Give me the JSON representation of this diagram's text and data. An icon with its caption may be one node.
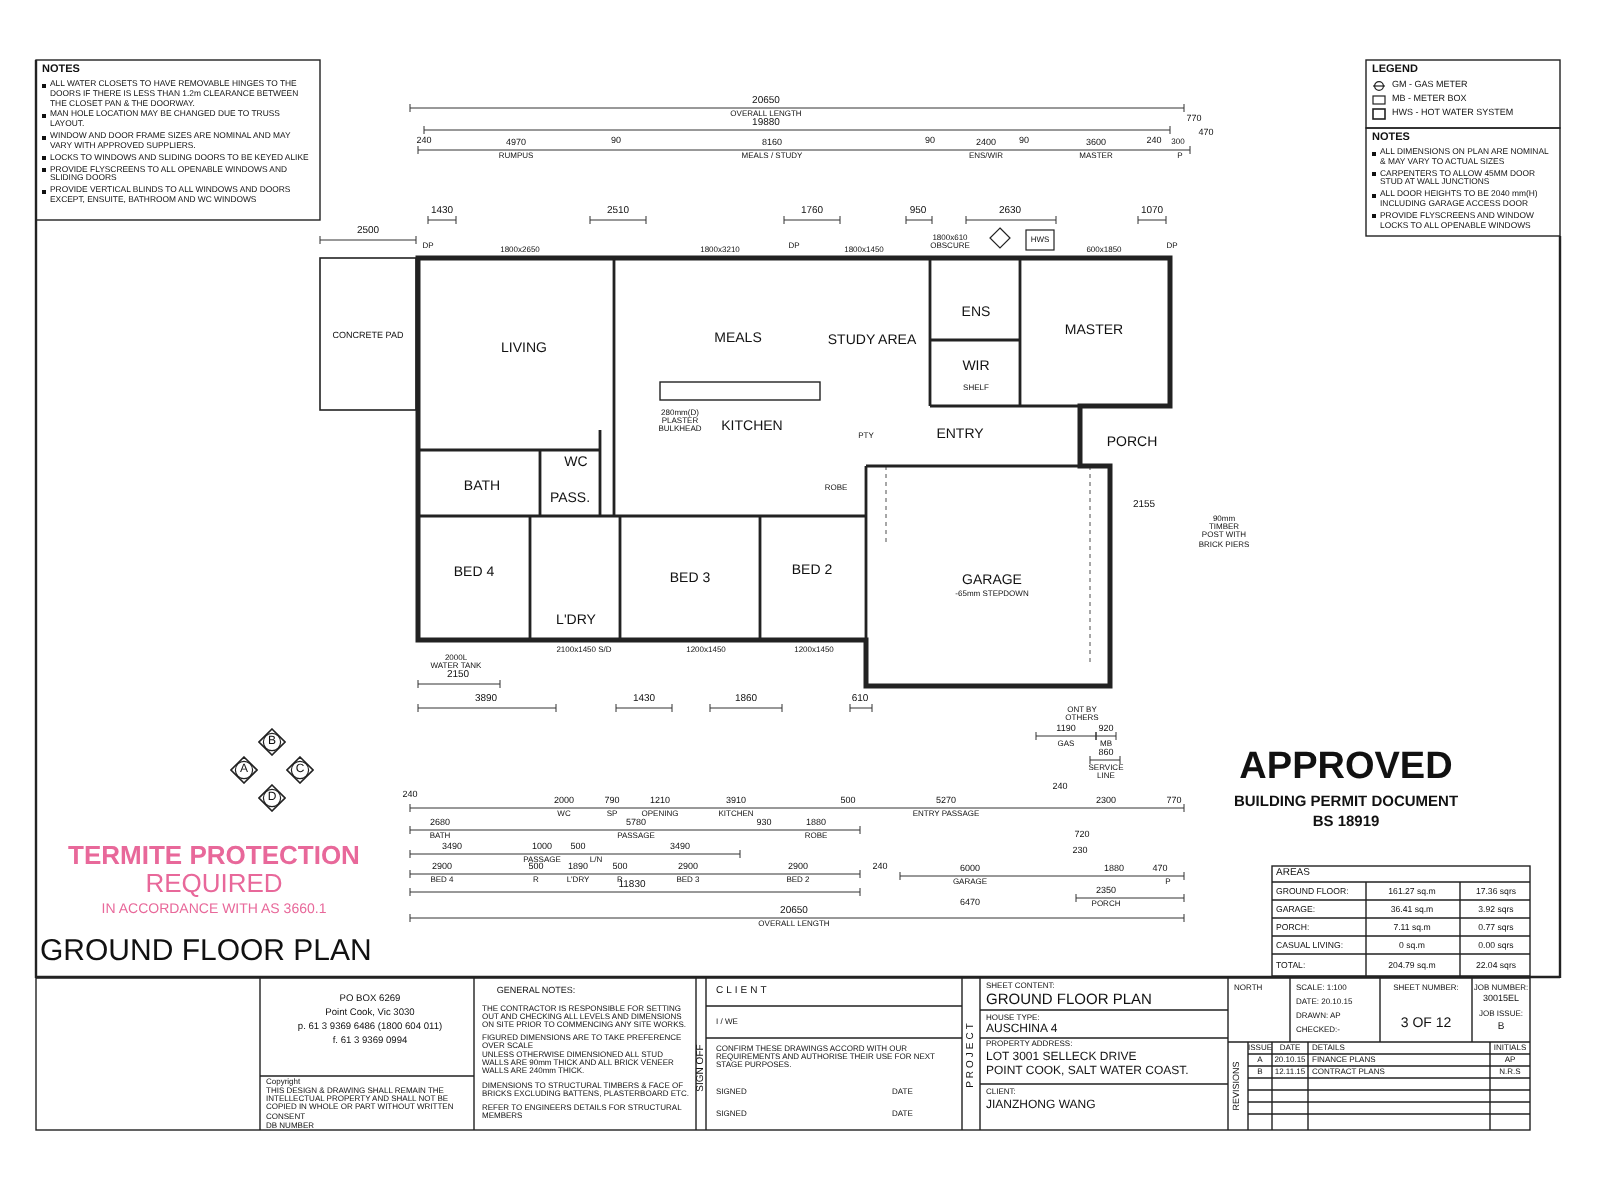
{
  "diagram": {
    "title": "GROUND FLOOR PLAN",
    "nodes": [
      {
        "text": [
          "NOTES",
          "ALL WATER CLOSETS TO HAVE REMOVABLE HINGES TO THE DOORS IF THERE IS LESS THAN 1.2m CLEARANCE BETWEEN THE CLOSET PAN & THE DOORWAY.",
          "MAN HOLE LOCATION MAY BE CHANGED DUE TO TRUSS LAYOUT.",
          "WINDOW AND DOOR FRAME SIZES ARE NOMINAL AND MAY VARY WITH APPROVED SUPPLIERS.",
          "LOCKS TO WINDOWS AND SLIDING DOORS TO BE KEYED ALIKE",
          "PROVIDE FLYSCREENS TO ALL OPENABLE WINDOWS AND SLIDING DOORS",
          "PROVIDE VERTICAL BLINDS TO ALL WINDOWS AND DOORS EXCEPT, ENSUITE, BATHROOM AND WC WINDOWS"
        ]
      },
      {
        "text": [
          "NOTES",
          "ALL DIMENSIONS ON PLAN ARE NOMINAL & MAY VARY TO ACTUAL SIZES",
          "CARPENTERS TO ALLOW 45MM DOOR STUD AT WALL JUNCTIONS",
          "ALL DOOR HEIGHTS TO BE 2040 mm(H) INCLUDING GARAGE ACCESS DOOR",
          "PROVIDE FLYSCREENS AND WINDOW LOCKS TO ALL OPENABLE WINDOWS"
        ]
      },
      {
        "text": [
          "CONCRETE PAD"
        ]
      },
      {
        "text": [
          "LIVING"
        ]
      },
      {
        "text": [
          "MEALS"
        ]
      },
      {
        "text": [
          "STUDY AREA"
        ]
      },
      {
        "text": [
          "ENS"
        ]
      },
      {
        "text": [
          "MASTER"
        ]
      },
      {
        "text": [
          "WIR"
        ]
      },
      {
        "text": [
          "KITCHEN"
        ]
      },
      {
        "text": [
          "ENTRY"
        ]
      },
      {
        "text": [
          "PORCH"
        ]
      },
      {
        "text": [
          "BATH"
        ]
      },
      {
        "text": [
          "WC"
        ]
      },
      {
        "text": [
          "PASS."
        ]
      },
      {
        "text": [
          "BED 4"
        ]
      },
      {
        "text": [
          "BED 3"
        ]
      },
      {
        "text": [
          "BED 2"
        ]
      },
      {
        "text": [
          "L'DRY"
        ]
      },
      {
        "text": [
          "GARAGE",
          "-65mm STEPDOWN"
        ]
      },
      {
        "text": [
          "B"
        ]
      },
      {
        "text": [
          "A"
        ]
      },
      {
        "text": [
          "C"
        ]
      },
      {
        "text": [
          "D"
        ]
      }
    ],
    "labels": [
      "20650",
      "OVERALL LENGTH",
      "19880",
      "240",
      "4970",
      "RUMPUS",
      "90",
      "8160",
      "MEALS / STUDY",
      "90",
      "2400",
      "ENS/WIR",
      "90",
      "3600",
      "MASTER",
      "240",
      "300",
      "P",
      "770",
      "470",
      "1430",
      "2510",
      "1760",
      "950",
      "2630",
      "1070",
      "2500",
      "1800x2650",
      "1800x3210",
      "1800x1450",
      "1800x610 OBSCURE",
      "600x1850",
      "DP",
      "DP",
      "DP",
      "HWS",
      "SHELF",
      "PTY",
      "280mm(D) PLASTER BULKHEAD",
      "ROBE",
      "2000L WATER TANK",
      "2100x1450 S/D",
      "1200x1450",
      "1200x1450",
      "ONT BY OTHERS",
      "2150",
      "3890",
      "1430",
      "1860",
      "610",
      "1190",
      "GAS",
      "920",
      "MB",
      "860",
      "SERVICE LINE",
      "2155",
      "90mm TIMBER POST WITH BRICK PIERS",
      "240",
      "2000",
      "WC",
      "790",
      "SP",
      "1210",
      "OPENING",
      "3910",
      "KITCHEN",
      "500",
      "5270",
      "ENTRY PASSAGE",
      "2300",
      "770",
      "240",
      "2680",
      "BATH",
      "5780",
      "PASSAGE",
      "930",
      "1880",
      "ROBE",
      "3490",
      "1000",
      "PASSAGE",
      "500",
      "L/N",
      "3490",
      "2900",
      "BED 4",
      "500",
      "R",
      "1890",
      "L'DRY",
      "500",
      "R",
      "2900",
      "BED 3",
      "2900",
      "BED 2",
      "240",
      "11830",
      "720",
      "230",
      "6000",
      "GARAGE",
      "6470",
      "1880",
      "470",
      "P",
      "2350",
      "PORCH",
      "20650",
      "OVERALL LENGTH",
      "TERMITE PROTECTION",
      "REQUIRED",
      "IN ACCORDANCE WITH AS 3660.1",
      "APPROVED",
      "BUILDING PERMIT DOCUMENT",
      "BS 18919",
      "LEGEND",
      "AREAS",
      "GROUND FLOOR:",
      "161.27 sq.m",
      "17.36 sqrs",
      "GARAGE:",
      "36.41 sq.m",
      "3.92 sqrs",
      "PORCH:",
      "7.11 sq.m",
      "0.77 sqrs",
      "CASUAL LIVING:",
      "0 sq.m",
      "0.00 sqrs",
      "TOTAL:",
      "204.79 sq.m",
      "22.04 sqrs",
      "PO BOX 6269",
      "Point Cook, Vic 3030",
      "p. 61 3 9369 6486 (1800 604 011)",
      "f. 61 3 9369 0994",
      "Copyright",
      "THIS DESIGN & DRAWING SHALL REMAIN THE INTELLECTUAL PROPERTY AND SHALL NOT BE COPIED IN WHOLE OR PART WITHOUT WRITTEN CONSENT",
      "DB NUMBER",
      "GENERAL NOTES:",
      "THE CONTRACTOR IS RESPONSIBLE FOR SETTING OUT AND CHECKING ALL LEVELS AND DIMENSIONS ON SITE PRIOR TO COMMENCING ANY SITE WORKS.",
      "FIGURED DIMENSIONS ARE TO TAKE PREFERENCE OVER SCALE",
      "UNLESS OTHERWISE DIMENSIONED ALL STUD WALLS ARE 90mm THICK AND ALL BRICK VENEER WALLS ARE 240mm THICK.",
      "DIMENSIONS TO STRUCTURAL TIMBERS & FACE OF BRICKS EXCLUDING BATTENS, PLASTERBOARD ETC.",
      "REFER TO ENGINEERS DETAILS FOR STRUCTURAL MEMBERS",
      "CLIENT",
      "SIGN OFF",
      "I / WE",
      "CONFIRM THESE DRAWINGS ACCORD WITH OUR REQUIREMENTS AND AUTHORISE THEIR USE FOR NEXT STAGE PURPOSES.",
      "SIGNED",
      "DATE",
      "SIGNED",
      "DATE",
      "PROJECT",
      "SHEET CONTENT:",
      "GROUND FLOOR PLAN",
      "HOUSE TYPE:",
      "AUSCHINA 4",
      "PROPERTY ADDRESS:",
      "LOT 3001 SELLECK DRIVE",
      "POINT COOK, SALT WATER COAST.",
      "CLIENT:",
      "JIANZHONG WANG",
      "NORTH",
      "SCALE: 1:100",
      "DATE: 20.10.15",
      "DRAWN: AP",
      "CHECKED:-",
      "SHEET NUMBER:",
      "3 OF 12",
      "JOB NUMBER:",
      "30015EL",
      "JOB ISSUE:",
      "B",
      "REVISIONS",
      "ISSUE",
      "DATE",
      "DETAILS",
      "INITIALS",
      "A",
      "20.10.15",
      "FINANCE PLANS",
      "AP",
      "B",
      "12.11.15",
      "CONTRACT PLANS",
      "N.R.S"
    ],
    "legend": [
      {
        "text": "GM - GAS METER"
      },
      {
        "text": "MB - METER BOX"
      },
      {
        "text": "HWS - HOT WATER SYSTEM"
      }
    ]
  }
}
